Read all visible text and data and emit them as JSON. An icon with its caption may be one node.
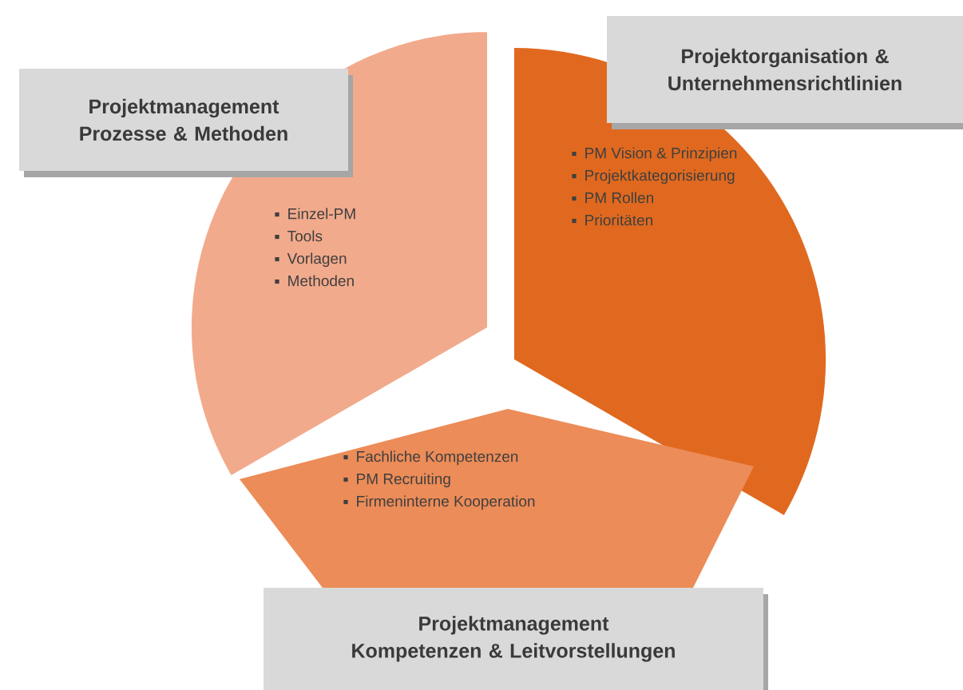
{
  "diagram": {
    "nodes": [
      {
        "text": [
          "Projektmanagement Prozesse & Methoden"
        ]
      },
      {
        "text": [
          "Einzel-PM",
          "Tools",
          "Vorlagen",
          "Methoden"
        ]
      },
      {
        "text": [
          "Projektorganisation & Unternehmensrichtlinien"
        ]
      },
      {
        "text": [
          "PM Vision & Prinzipien",
          "Projektkategorisierung",
          "PM Rollen",
          "Prioritäten"
        ]
      },
      {
        "text": [
          "Fachliche Kompetenzen",
          "PM Recruiting",
          "Firmeninterne Kooperation"
        ]
      },
      {
        "text": [
          "Projektmanagement Kompetenzen & Leitvorstellungen"
        ]
      }
    ]
  }
}
